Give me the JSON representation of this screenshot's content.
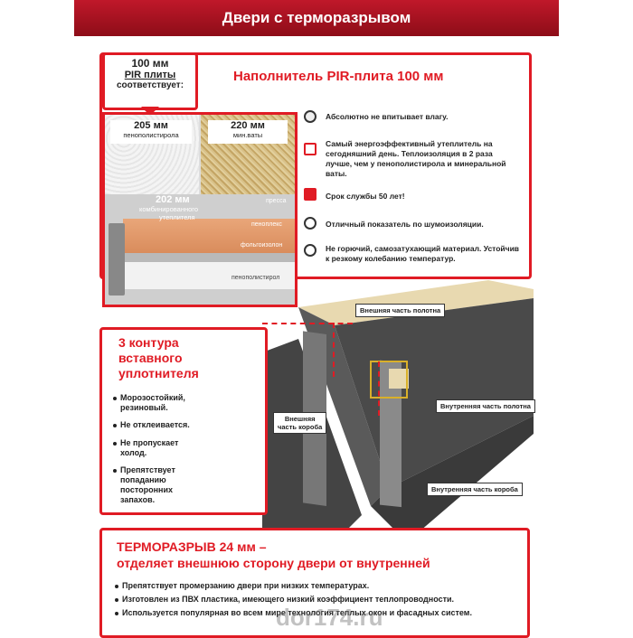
{
  "header": {
    "title": "Двери с терморазрывом"
  },
  "pir_badge": {
    "line1": "100 мм",
    "line2": "PIR плиты",
    "line3": "соответствует:"
  },
  "filler_title": "Наполнитель PIR-плита 100 мм",
  "comparison": {
    "foam": {
      "value": "205 мм",
      "label": "пенополистирола"
    },
    "wool": {
      "value": "220 мм",
      "label": "мин.ваты"
    },
    "combined": {
      "value": "202 мм",
      "label1": "комбинированного",
      "label2": "утеплителя"
    },
    "layers": [
      "пресса",
      "пеноплекс",
      "фольгоизолон",
      "пенополистирол"
    ]
  },
  "features": [
    {
      "icon": "no-moisture-icon",
      "text": "Абсолютно не впитывает влагу."
    },
    {
      "icon": "thermo-house-icon",
      "text": "Самый энергоэффективный утеплитель на сегодняшний день. Теплоизоляция в 2 раза лучше, чем у пенополистирола и минеральной ваты."
    },
    {
      "icon": "calendar-50-icon",
      "text": "Срок службы 50 лет!"
    },
    {
      "icon": "no-noise-icon",
      "text": "Отличный показатель по шумоизоляции."
    },
    {
      "icon": "no-fire-icon",
      "text": "Не горючий, самозатухающий материал. Устойчив к резкому колебанию температур."
    }
  ],
  "seal": {
    "title1": "3 контура",
    "title2": "вставного",
    "title3": "уплотнителя",
    "bullets": [
      {
        "l1": "Морозостойкий,",
        "l2": "резиновый."
      },
      {
        "l1": "Не отклеивается.",
        "l2": ""
      },
      {
        "l1": "Не пропускает",
        "l2": "холод."
      },
      {
        "l1": "Препятствует",
        "l2": "попаданию",
        "l3": "посторонних",
        "l4": "запахов."
      }
    ]
  },
  "labels": {
    "outer_leaf": "Внешняя часть полотна",
    "inner_leaf": "Внутренняя часть полотна",
    "outer_frame1": "Внешняя",
    "outer_frame2": "часть короба",
    "inner_frame": "Внутренняя часть короба"
  },
  "thermal": {
    "title1": "ТЕРМОРАЗРЫВ 24 мм –",
    "title2": "отделяет внешнюю сторону двери от внутренней",
    "bullets": [
      "Препятствует промерзанию двери при низких температурах.",
      "Изготовлен из ПВХ пластика, имеющего низкий коэффициент теплопроводности.",
      "Используется популярная во всем мире технология теплых окон и фасадных систем."
    ]
  },
  "watermark": "dor174.ru",
  "colors": {
    "accent": "#e01b24",
    "header": "#a8121f",
    "door": "#4a4a4a"
  }
}
